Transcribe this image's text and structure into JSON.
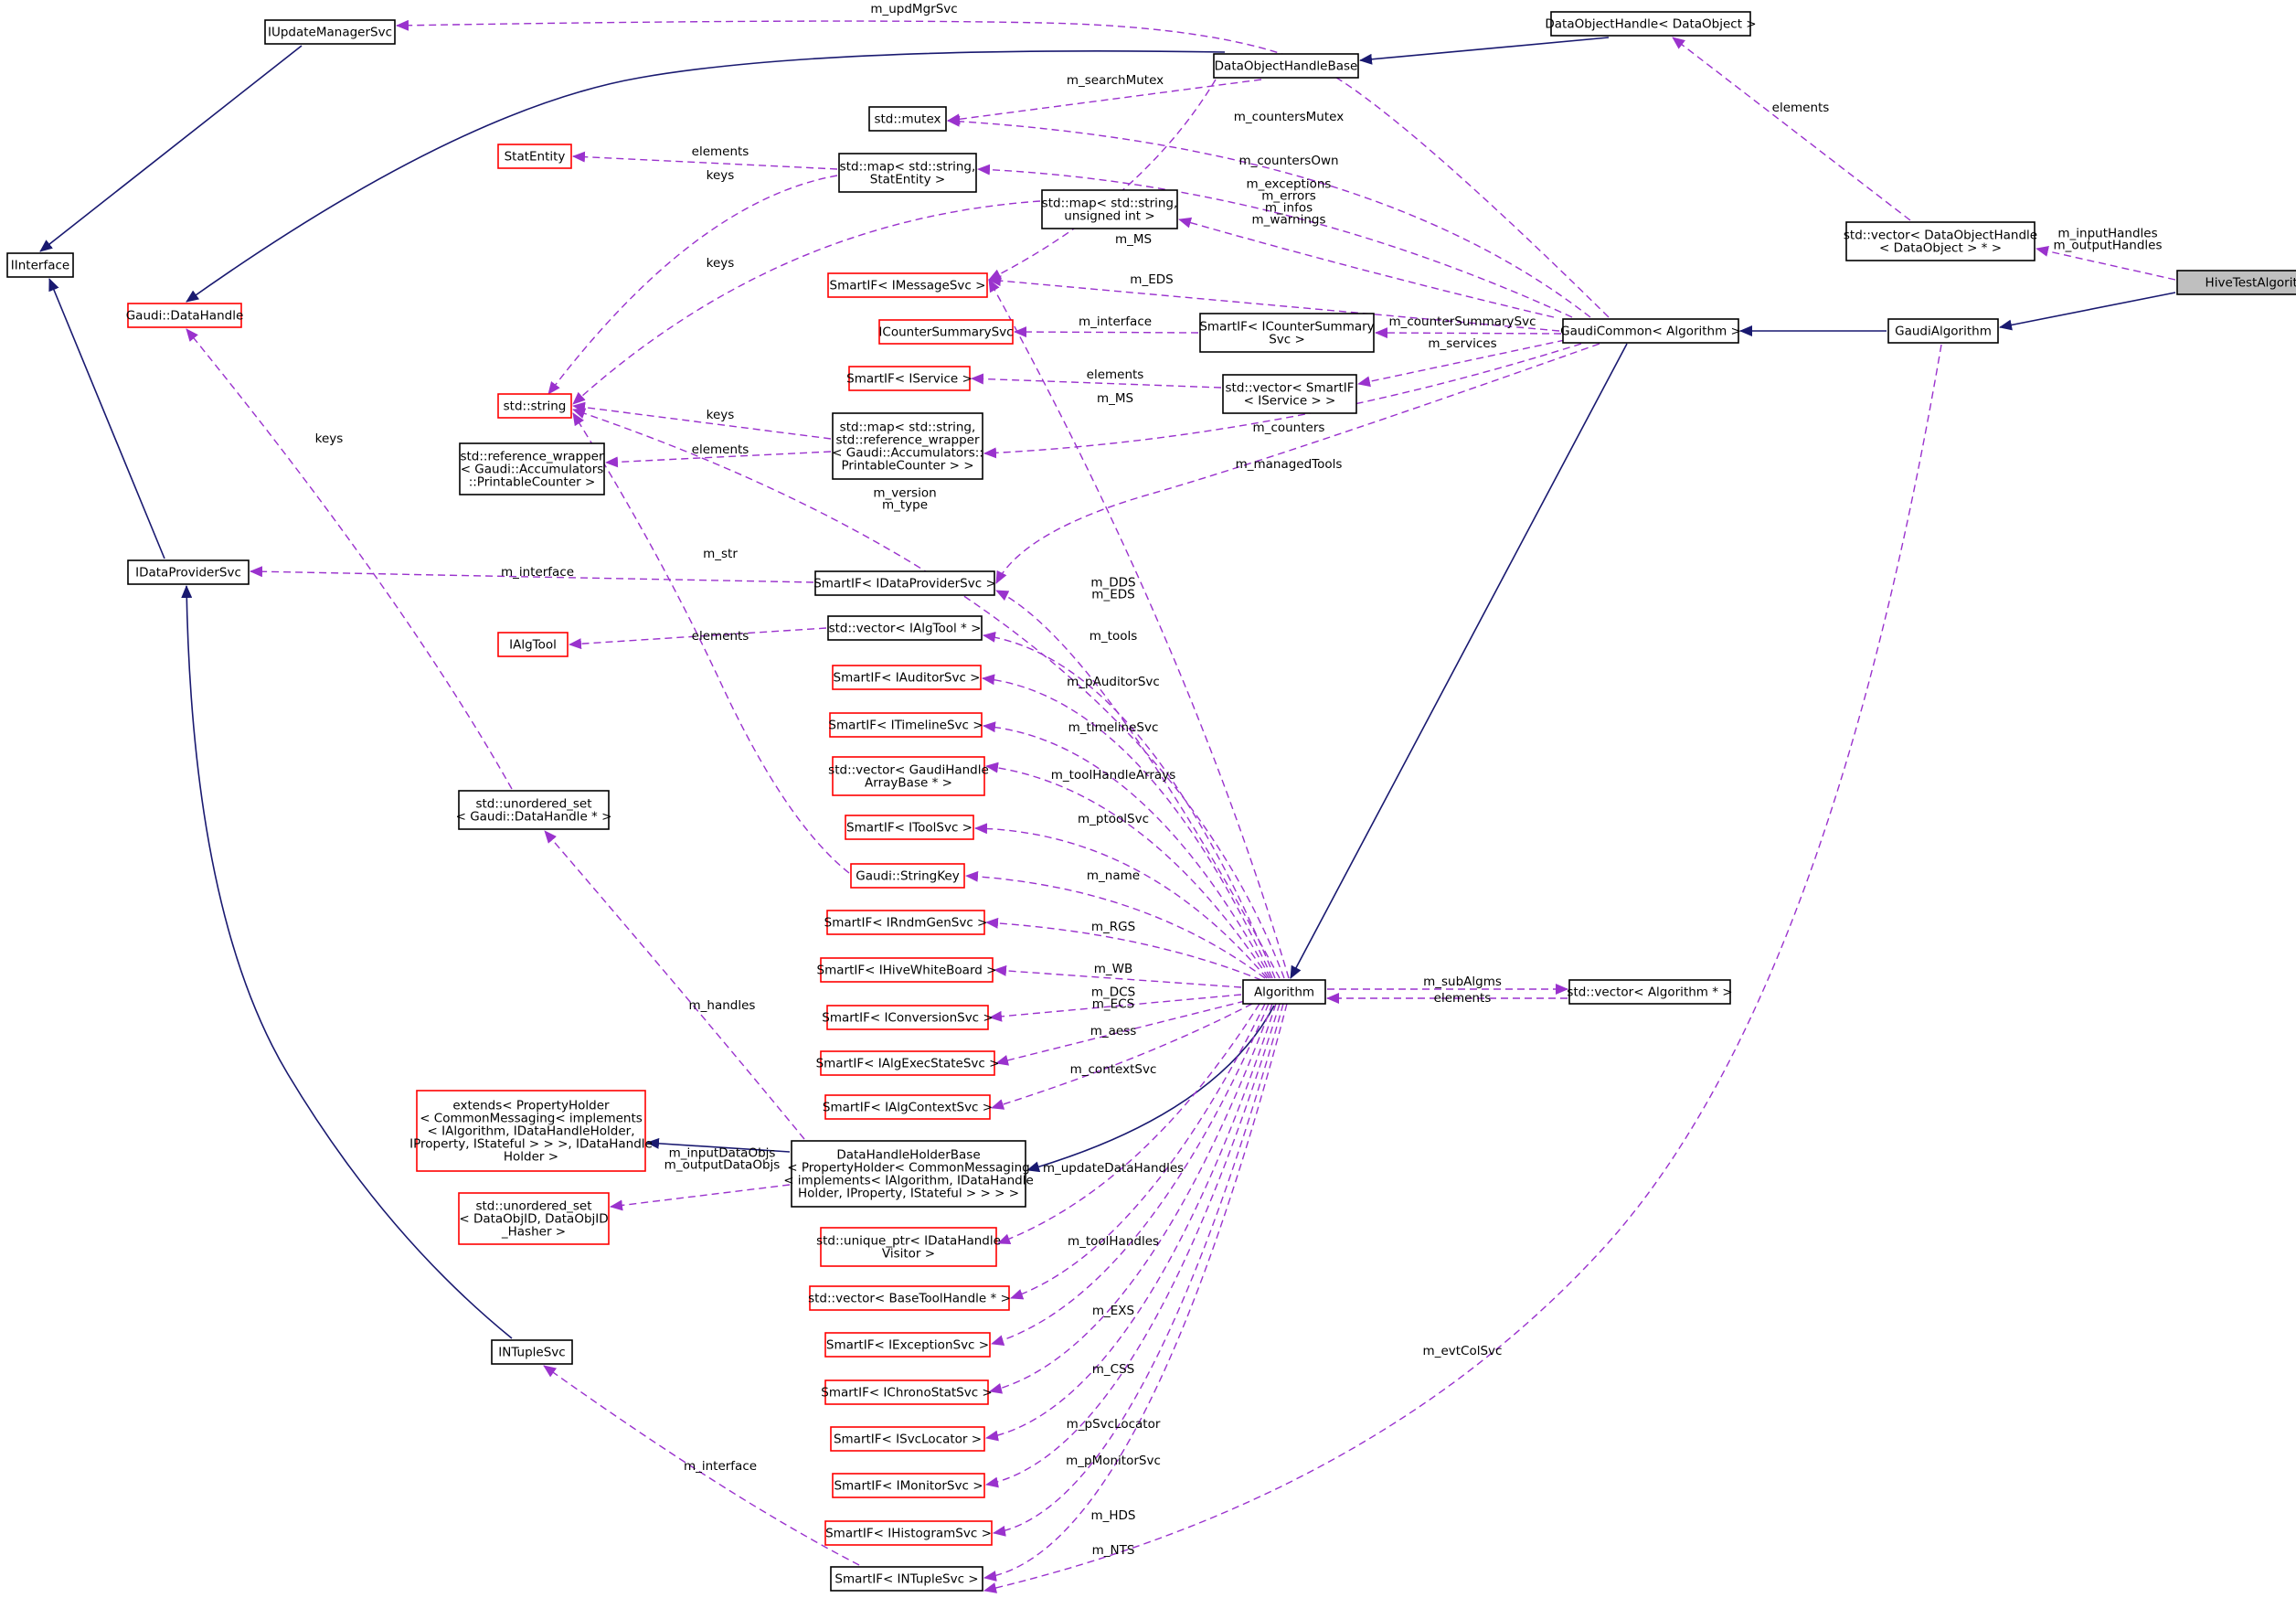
{
  "diagram": {
    "nodes": [
      {
        "id": "hive",
        "lines": [
          "HiveTestAlgorithm"
        ],
        "style": "grey"
      },
      {
        "id": "gaudialg",
        "lines": [
          "GaudiAlgorithm"
        ],
        "style": "black"
      },
      {
        "id": "gaudicommon",
        "lines": [
          "GaudiCommon< Algorithm >"
        ],
        "style": "black"
      },
      {
        "id": "algorithm",
        "lines": [
          "Algorithm"
        ],
        "style": "black"
      },
      {
        "id": "iupdmgr",
        "lines": [
          "IUpdateManagerSvc"
        ],
        "style": "black"
      },
      {
        "id": "iinterface",
        "lines": [
          "IInterface"
        ],
        "style": "black"
      },
      {
        "id": "gaudidatahandle",
        "lines": [
          "Gaudi::DataHandle"
        ],
        "style": "red"
      },
      {
        "id": "idataprov",
        "lines": [
          "IDataProviderSvc"
        ],
        "style": "black"
      },
      {
        "id": "ituplesvc",
        "lines": [
          "INTupleSvc"
        ],
        "style": "black"
      },
      {
        "id": "dohb",
        "lines": [
          "DataObjectHandleBase"
        ],
        "style": "black"
      },
      {
        "id": "doh",
        "lines": [
          "DataObjectHandle< DataObject >"
        ],
        "style": "black"
      },
      {
        "id": "vecdoh",
        "lines": [
          "std::vector< DataObjectHandle",
          "< DataObject > * >"
        ],
        "style": "black"
      },
      {
        "id": "mutex",
        "lines": [
          "std::mutex"
        ],
        "style": "black"
      },
      {
        "id": "statentity",
        "lines": [
          "StatEntity"
        ],
        "style": "red"
      },
      {
        "id": "mapstat",
        "lines": [
          "std::map< std::string,",
          "StatEntity >"
        ],
        "style": "black"
      },
      {
        "id": "mapuint",
        "lines": [
          "std::map< std::string,",
          "unsigned int >"
        ],
        "style": "black"
      },
      {
        "id": "imsgsvc",
        "lines": [
          "SmartIF< IMessageSvc >"
        ],
        "style": "red"
      },
      {
        "id": "icountsum",
        "lines": [
          "ICounterSummarySvc"
        ],
        "style": "red"
      },
      {
        "id": "smicountsum",
        "lines": [
          "SmartIF< ICounterSummary",
          "Svc >"
        ],
        "style": "black"
      },
      {
        "id": "string",
        "lines": [
          "std::string"
        ],
        "style": "red"
      },
      {
        "id": "smiservice",
        "lines": [
          "SmartIF< IService >"
        ],
        "style": "red"
      },
      {
        "id": "vecsmiservice",
        "lines": [
          "std::vector< SmartIF",
          "< IService > >"
        ],
        "style": "black"
      },
      {
        "id": "refwrap",
        "lines": [
          "std::reference_wrapper",
          "< Gaudi::Accumulators",
          "::PrintableCounter >"
        ],
        "style": "black"
      },
      {
        "id": "mapref",
        "lines": [
          "std::map< std::string,",
          "std::reference_wrapper",
          "< Gaudi::Accumulators::",
          "PrintableCounter > >"
        ],
        "style": "black"
      },
      {
        "id": "smidataprov",
        "lines": [
          "SmartIF< IDataProviderSvc >"
        ],
        "style": "black"
      },
      {
        "id": "ialgtool",
        "lines": [
          "IAlgTool"
        ],
        "style": "red"
      },
      {
        "id": "vecialgtool",
        "lines": [
          "std::vector< IAlgTool * >"
        ],
        "style": "black"
      },
      {
        "id": "smiauditor",
        "lines": [
          "SmartIF< IAuditorSvc >"
        ],
        "style": "red"
      },
      {
        "id": "smitimeline",
        "lines": [
          "SmartIF< ITimelineSvc >"
        ],
        "style": "red"
      },
      {
        "id": "vechandlearr",
        "lines": [
          "std::vector< GaudiHandle",
          "ArrayBase * >"
        ],
        "style": "red"
      },
      {
        "id": "smitoolsvc",
        "lines": [
          "SmartIF< IToolSvc >"
        ],
        "style": "red"
      },
      {
        "id": "stringkey",
        "lines": [
          "Gaudi::StringKey"
        ],
        "style": "red"
      },
      {
        "id": "smirndm",
        "lines": [
          "SmartIF< IRndmGenSvc >"
        ],
        "style": "red"
      },
      {
        "id": "smihive",
        "lines": [
          "SmartIF< IHiveWhiteBoard >"
        ],
        "style": "red"
      },
      {
        "id": "smiconv",
        "lines": [
          "SmartIF< IConversionSvc >"
        ],
        "style": "red"
      },
      {
        "id": "smialgexec",
        "lines": [
          "SmartIF< IAlgExecStateSvc >"
        ],
        "style": "red"
      },
      {
        "id": "smialgctx",
        "lines": [
          "SmartIF< IAlgContextSvc >"
        ],
        "style": "red"
      },
      {
        "id": "uset",
        "lines": [
          "std::unordered_set",
          "< Gaudi::DataHandle * >"
        ],
        "style": "black"
      },
      {
        "id": "extends",
        "lines": [
          "extends< PropertyHolder",
          "< CommonMessaging< implements",
          "< IAlgorithm, IDataHandleHolder,",
          " IProperty, IStateful > > >, IDataHandle",
          "Holder >"
        ],
        "style": "red"
      },
      {
        "id": "dhhb",
        "lines": [
          "DataHandleHolderBase",
          "< PropertyHolder< CommonMessaging",
          "< implements< IAlgorithm, IDataHandle",
          "Holder, IProperty, IStateful > > > >"
        ],
        "style": "black"
      },
      {
        "id": "usetobj",
        "lines": [
          "std::unordered_set",
          "< DataObjID, DataObjID",
          "_Hasher >"
        ],
        "style": "red"
      },
      {
        "id": "uniqptr",
        "lines": [
          "std::unique_ptr< IDataHandle",
          "Visitor >"
        ],
        "style": "red"
      },
      {
        "id": "vecbasetool",
        "lines": [
          "std::vector< BaseToolHandle * >"
        ],
        "style": "red"
      },
      {
        "id": "smiexc",
        "lines": [
          "SmartIF< IExceptionSvc >"
        ],
        "style": "red"
      },
      {
        "id": "smichrono",
        "lines": [
          "SmartIF< IChronoStatSvc >"
        ],
        "style": "red"
      },
      {
        "id": "smisvcloc",
        "lines": [
          "SmartIF< ISvcLocator >"
        ],
        "style": "red"
      },
      {
        "id": "smimonitor",
        "lines": [
          "SmartIF< IMonitorSvc >"
        ],
        "style": "red"
      },
      {
        "id": "smihisto",
        "lines": [
          "SmartIF< IHistogramSvc >"
        ],
        "style": "red"
      },
      {
        "id": "smintuple",
        "lines": [
          "SmartIF< INTupleSvc >"
        ],
        "style": "black"
      },
      {
        "id": "vecalg",
        "lines": [
          "std::vector< Algorithm * >"
        ],
        "style": "black"
      }
    ],
    "edge_labels": {
      "updMgr": [
        "m_updMgrSvc"
      ],
      "searchMutex": [
        "m_searchMutex"
      ],
      "countersMutex": [
        "m_countersMutex"
      ],
      "elemStat": [
        "elements"
      ],
      "keysStat": [
        "keys"
      ],
      "countersOwn": [
        "m_countersOwn"
      ],
      "excetc": [
        "m_exceptions",
        "m_errors",
        "m_infos",
        "m_warnings"
      ],
      "keysUint": [
        "keys"
      ],
      "ms1": [
        "m_MS"
      ],
      "eds1": [
        "m_EDS"
      ],
      "ifaceCS": [
        "m_interface"
      ],
      "counterSummarySvc": [
        "m_counterSummarySvc"
      ],
      "services": [
        "m_services"
      ],
      "elemSvc": [
        "elements"
      ],
      "ms2": [
        "m_MS"
      ],
      "keysRef": [
        "keys"
      ],
      "elemRef": [
        "elements"
      ],
      "counters": [
        "m_counters"
      ],
      "managedTools": [
        "m_managedTools"
      ],
      "versionType": [
        "m_version",
        "m_type"
      ],
      "str": [
        "m_str"
      ],
      "ifaceDP": [
        "m_interface"
      ],
      "ddsEds": [
        "m_DDS",
        "m_EDS"
      ],
      "elemTool": [
        "elements"
      ],
      "tools": [
        "m_tools"
      ],
      "pAuditor": [
        "m_pAuditorSvc"
      ],
      "timeline": [
        "m_timelineSvc"
      ],
      "toolHandleArrays": [
        "m_toolHandleArrays"
      ],
      "ptoolSvc": [
        "m_ptoolSvc"
      ],
      "name": [
        "m_name"
      ],
      "rgs": [
        "m_RGS"
      ],
      "wb": [
        "m_WB"
      ],
      "dcsEcs": [
        "m_DCS",
        "m_ECS"
      ],
      "aess": [
        "m_aess"
      ],
      "contextSvc": [
        "m_contextSvc"
      ],
      "keysDH": [
        "keys"
      ],
      "handles": [
        "m_handles"
      ],
      "inOutObjs": [
        "m_inputDataObjs",
        "m_outputDataObjs"
      ],
      "updateDataHandles": [
        "m_updateDataHandles"
      ],
      "toolHandles": [
        "m_toolHandles"
      ],
      "exs": [
        "m_EXS"
      ],
      "css": [
        "m_CSS"
      ],
      "pSvcLocator": [
        "m_pSvcLocator"
      ],
      "pMonitorSvc": [
        "m_pMonitorSvc"
      ],
      "hds": [
        "m_HDS"
      ],
      "nts": [
        "m_NTS"
      ],
      "ifaceNT": [
        "m_interface"
      ],
      "evtColSvc": [
        "m_evtColSvc"
      ],
      "subAlgms": [
        "m_subAlgms"
      ],
      "elemAlg": [
        "elements"
      ],
      "elemDOH": [
        "elements"
      ],
      "inOutHandles": [
        "m_inputHandles",
        "m_outputHandles"
      ]
    },
    "colors": {
      "inheritance": "#191970",
      "usage": "#9a32cd",
      "red_node_border": "#ff0000",
      "current_node_fill": "#bfbfbf"
    }
  }
}
